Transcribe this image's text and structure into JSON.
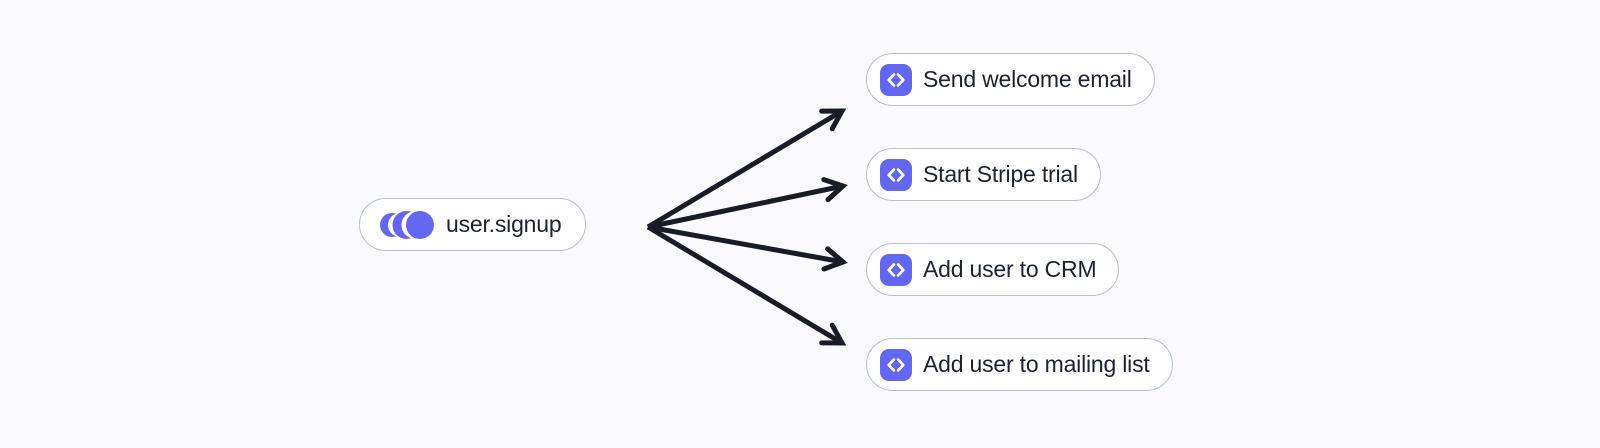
{
  "diagram": {
    "event_node": {
      "label": "user.signup",
      "icon": "event-pulse-icon"
    },
    "function_nodes": [
      {
        "label": "Send welcome email",
        "icon": "code-brackets-icon"
      },
      {
        "label": "Start Stripe trial",
        "icon": "code-brackets-icon"
      },
      {
        "label": "Add user to CRM",
        "icon": "code-brackets-icon"
      },
      {
        "label": "Add user to mailing list",
        "icon": "code-brackets-icon"
      }
    ],
    "connections": [
      {
        "from": "user.signup",
        "to": "Send welcome email"
      },
      {
        "from": "user.signup",
        "to": "Start Stripe trial"
      },
      {
        "from": "user.signup",
        "to": "Add user to CRM"
      },
      {
        "from": "user.signup",
        "to": "Add user to mailing list"
      }
    ]
  },
  "colors": {
    "canvas-bg": "#fafafe",
    "node-bg": "#ffffff",
    "node-border": "#b5c0d0",
    "node-text": "#1c2230",
    "accent": "#6366f0",
    "arrow": "#191c27",
    "icon-glyph": "#ffffff"
  }
}
